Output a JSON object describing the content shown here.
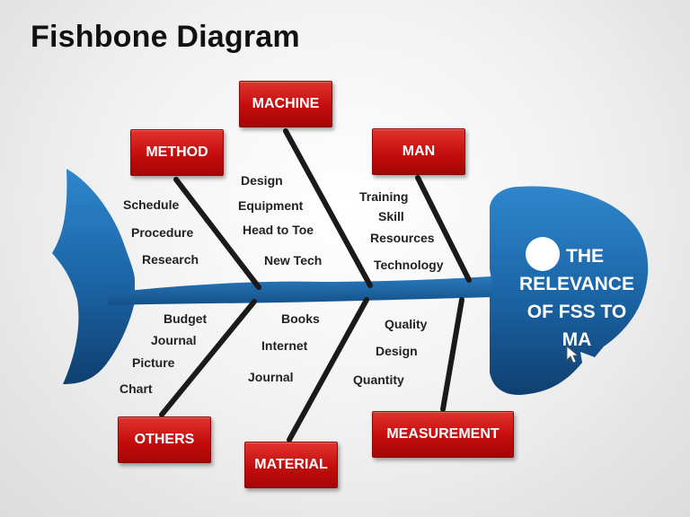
{
  "title": "Fishbone Diagram",
  "effect": [
    "THE",
    "RELEVANCE",
    "OF FSS TO",
    "MA"
  ],
  "colors": {
    "fish": "#1c66a8",
    "fish_dark": "#0f3f70",
    "box": "#c40c0c",
    "bone": "#1a1a1a",
    "cause_text": "#222222"
  },
  "categories": {
    "method": "METHOD",
    "machine": "MACHINE",
    "man": "MAN",
    "others": "OTHERS",
    "material": "MATERIAL",
    "measurement": "MEASUREMENT"
  },
  "causes": {
    "method": [
      "Schedule",
      "Procedure",
      "Research"
    ],
    "machine": [
      "Design",
      "Equipment",
      "Head to Toe",
      "New Tech"
    ],
    "man": [
      "Training",
      "Skill",
      "Resources",
      "Technology"
    ],
    "others": [
      "Budget",
      "Journal",
      "Picture",
      "Chart"
    ],
    "material": [
      "Books",
      "Internet",
      "Journal"
    ],
    "measurement": [
      "Quality",
      "Design",
      "Quantity"
    ]
  }
}
